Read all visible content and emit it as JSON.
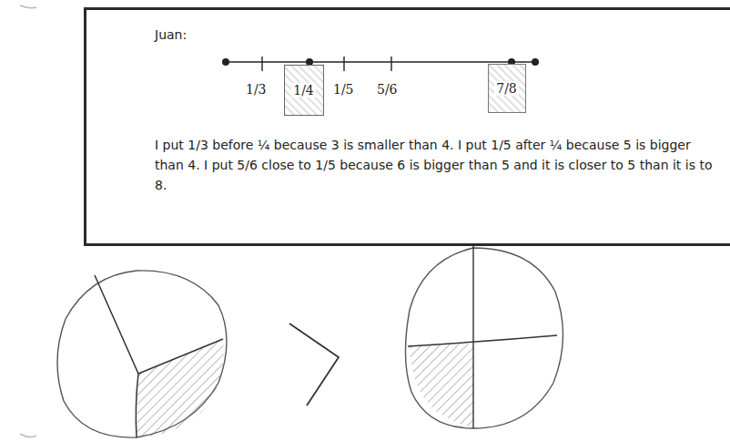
{
  "diagram": {
    "nodes": [
      {
        "text": [
          "Juan:",
          "I put 1/3 before ¼ because 3 is smaller than 4. I put 1/5 after ¼ because 5 is bigger than 4. I put 5/6 close to 1/5 because 6 is bigger than 5 and it is closer to 5 than it is to 8."
        ]
      },
      {
        "text": [
          "1/4"
        ],
        "in": 0
      },
      {
        "text": [
          "7/8"
        ],
        "in": 0
      }
    ],
    "labels": [
      "1/3",
      "1/5",
      "5/6"
    ]
  }
}
